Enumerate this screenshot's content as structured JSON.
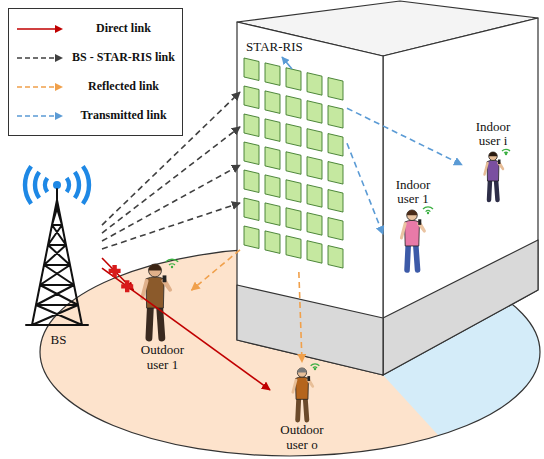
{
  "diagram": {
    "nodes": [
      {
        "text": [
          "BS"
        ]
      },
      {
        "text": [
          "STAR-RIS"
        ]
      },
      {
        "text": [
          "Outdoor user 1"
        ]
      },
      {
        "text": [
          "Outdoor user o"
        ]
      },
      {
        "text": [
          "Indoor user 1"
        ]
      },
      {
        "text": [
          "Indoor user i"
        ]
      }
    ],
    "edges": [
      {
        "from": 0,
        "to": 2,
        "arrow": "to"
      },
      {
        "from": 0,
        "to": 3,
        "arrow": "to"
      },
      {
        "from": 0,
        "to": 1,
        "arrow": "to"
      },
      {
        "from": 0,
        "to": 1,
        "arrow": "to"
      },
      {
        "from": 0,
        "to": 1,
        "arrow": "to"
      },
      {
        "from": 0,
        "to": 1,
        "arrow": "to"
      },
      {
        "from": 1,
        "to": 2,
        "arrow": "to"
      },
      {
        "from": 1,
        "to": 3,
        "arrow": "to"
      },
      {
        "from": 1,
        "to": 4,
        "arrow": "to"
      },
      {
        "from": 1,
        "to": 5,
        "arrow": "to"
      }
    ],
    "legend": [
      {
        "text": "Direct link"
      },
      {
        "text": "BS - STAR-RIS link"
      },
      {
        "text": "Reflected link"
      },
      {
        "text": "Transmitted link"
      }
    ]
  }
}
